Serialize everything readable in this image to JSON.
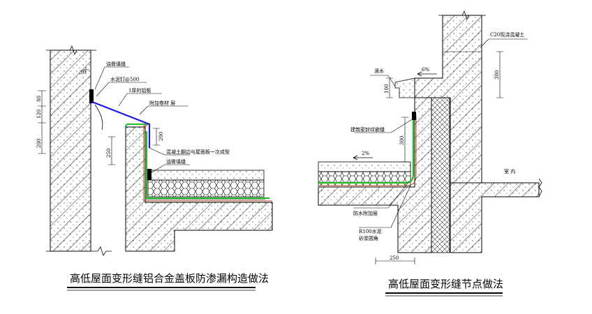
{
  "left_detail": {
    "title": "高低屋面变形缝铝合金盖板防渗漏构造做法",
    "labels": {
      "sealant_top": "油膏填缝",
      "nail": "水泥钉@500",
      "plate": "1厚的铝板",
      "extra_membrane": "附加卷材   层",
      "curb_note": "混凝土翻边与屋面板一次成型",
      "sealant_bottom": "油膏填缝"
    },
    "dims": {
      "d1": "80",
      "d2": "120",
      "d3": "200",
      "d4": "250",
      "d5": "200",
      "d6": "30"
    }
  },
  "right_detail": {
    "title": "高低屋面变形缝节点做法",
    "labels": {
      "concrete": "C20现浇混凝土",
      "drip": "滴水",
      "slope_top": "6%",
      "slope_roof": "2%",
      "seal_strip": "建筑密封纹嵌缝",
      "waterproof_layer": "防水附加层",
      "fillet_1": "R100水泥",
      "fillet_2": "砂浆圆角",
      "indoor": "室  内"
    },
    "dims": {
      "h300_top": "300",
      "h100": "100",
      "h300_mid": "300",
      "w250": "250"
    }
  },
  "colors": {
    "flashing": "#1a1ae6",
    "membrane": "#22bb22",
    "membrane_dark": "#b04010",
    "ink": "#000000"
  }
}
